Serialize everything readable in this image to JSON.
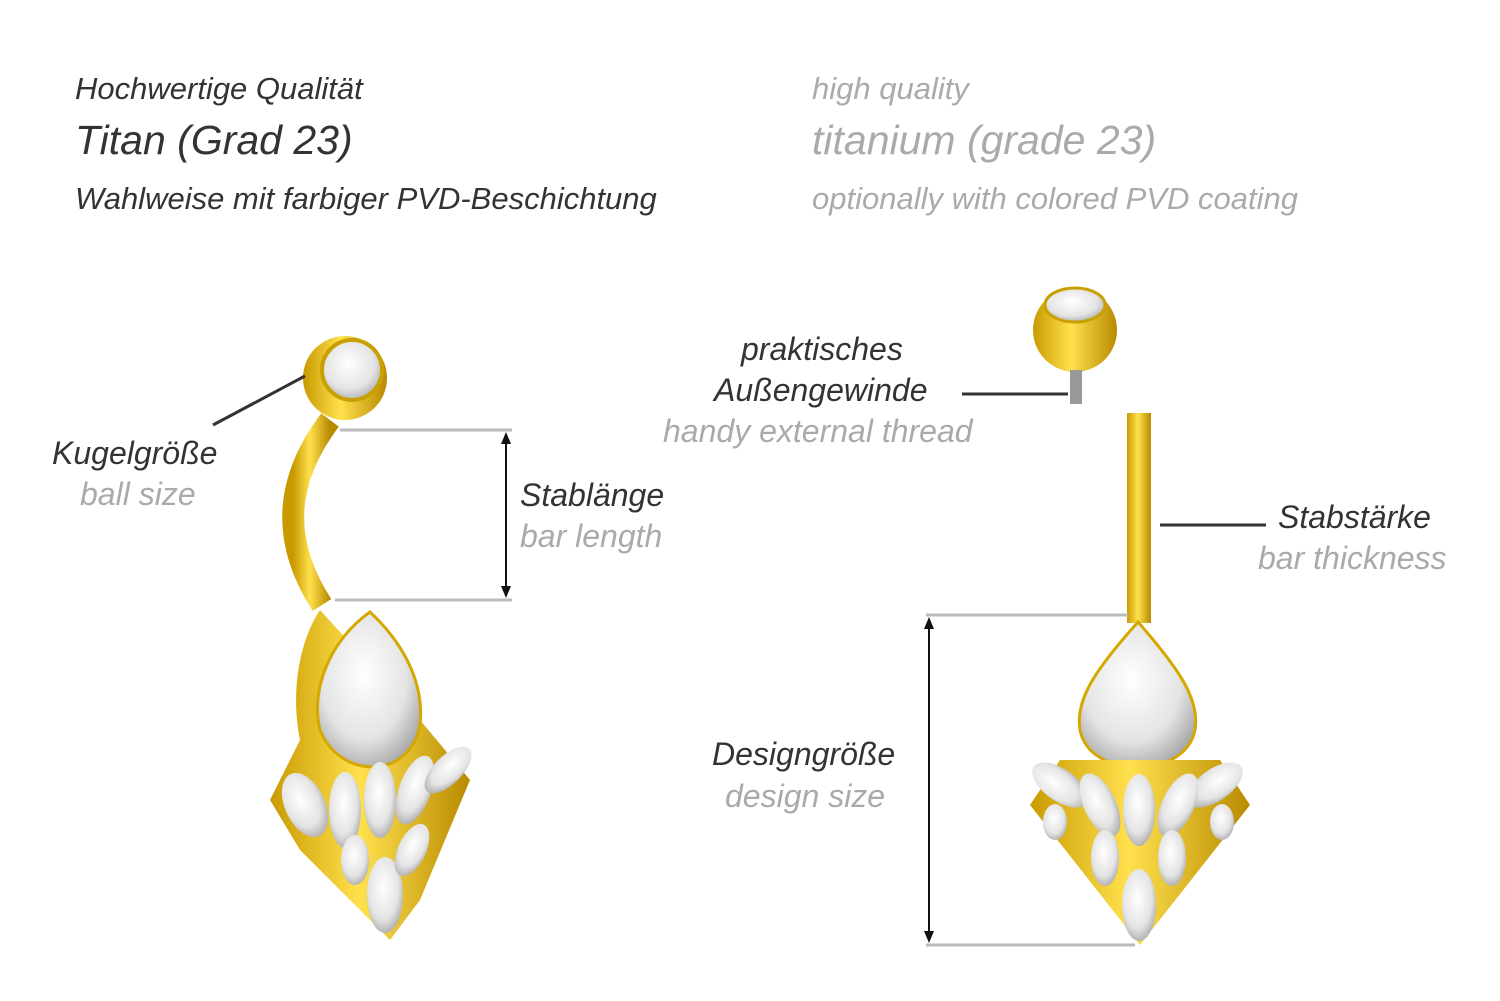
{
  "header": {
    "de": {
      "quality": "Hochwertige Qualität",
      "material": "Titan (Grad 23)",
      "coating": "Wahlweise mit farbiger PVD-Beschichtung"
    },
    "en": {
      "quality": "high quality",
      "material": "titanium (grade 23)",
      "coating": "optionally with colored PVD coating"
    }
  },
  "labels": {
    "ball_size": {
      "de": "Kugelgröße",
      "en": "ball size"
    },
    "bar_length": {
      "de": "Stablänge",
      "en": "bar length"
    },
    "thread": {
      "de_line1": "praktisches",
      "de_line2": "Außengewinde",
      "en": "handy external thread"
    },
    "bar_thickness": {
      "de": "Stabstärke",
      "en": "bar thickness"
    },
    "design_size": {
      "de": "Designgröße",
      "en": "design size"
    }
  },
  "colors": {
    "dark_text": "#333333",
    "light_text": "#aaaaaa",
    "gold": "#e6b800",
    "line_grey": "#bbbbbb"
  }
}
